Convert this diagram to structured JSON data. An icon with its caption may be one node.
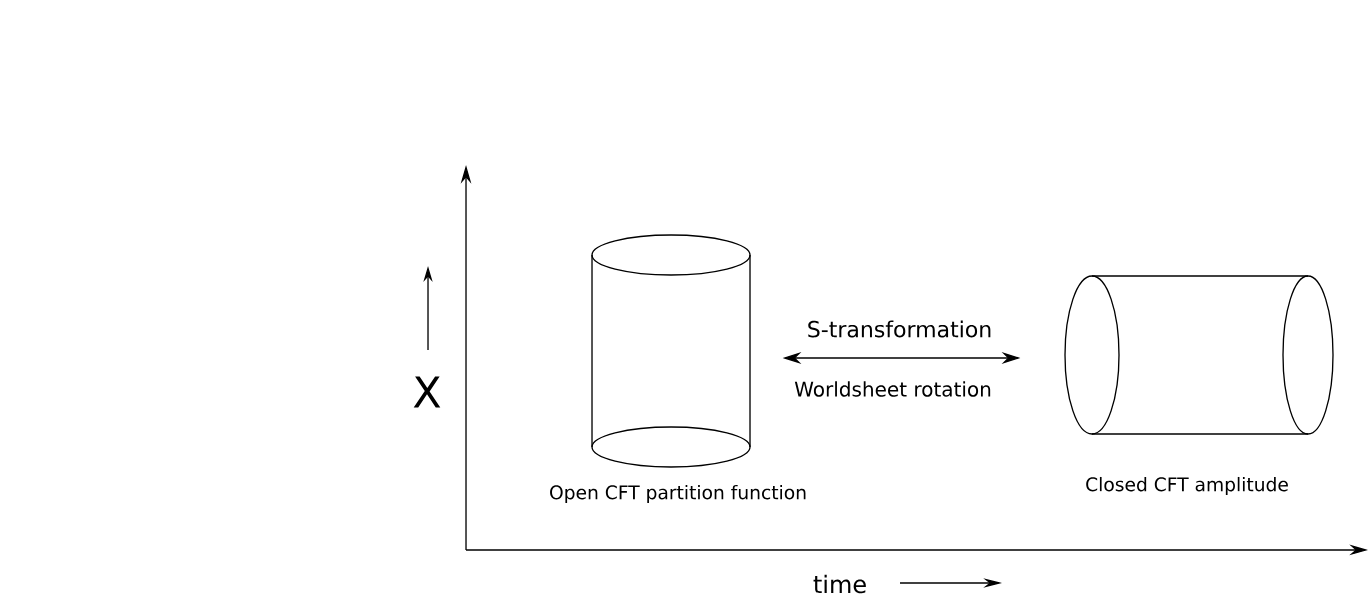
{
  "diagram": {
    "nodes": [
      {
        "text": [],
        "shape": "cylinder",
        "beside": [
          "Open CFT partition function"
        ]
      },
      {
        "text": [],
        "shape": "cylinder",
        "beside": [
          "Closed CFT amplitude"
        ]
      }
    ],
    "edges": [
      {
        "from": 0,
        "to": 1,
        "arrow": "both",
        "label": "S-transformation"
      }
    ],
    "labels": [
      "X",
      "Worldsheet rotation",
      "time"
    ]
  }
}
